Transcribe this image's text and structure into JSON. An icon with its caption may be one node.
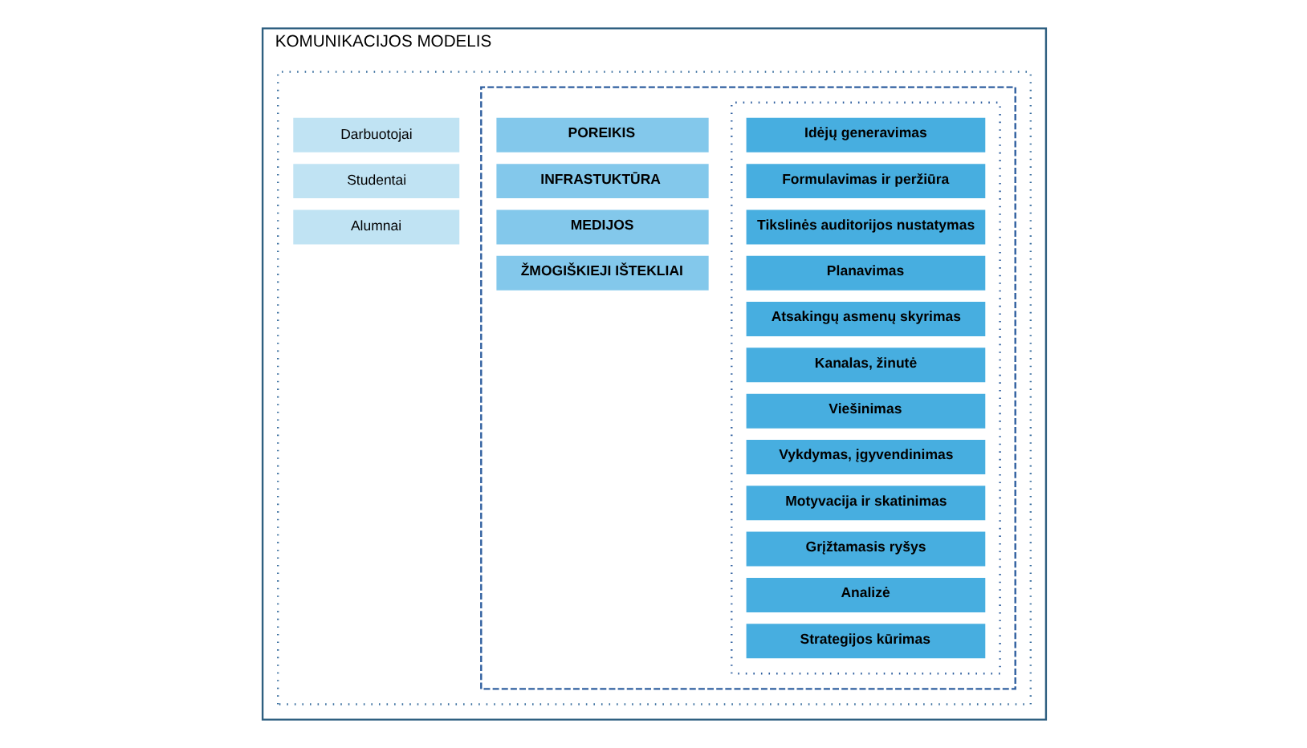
{
  "diagram": {
    "nodes": [
      {
        "text": [
          "KOMUNIKACIJOS MODELIS"
        ]
      },
      {
        "text": [],
        "shape": "box",
        "in": 0
      },
      {
        "text": [
          "Darbuotojai"
        ],
        "in": 1
      },
      {
        "text": [
          "Studentai"
        ],
        "in": 1
      },
      {
        "text": [
          "Alumnai"
        ],
        "in": 1
      },
      {
        "text": [],
        "shape": "box",
        "in": 1
      },
      {
        "text": [
          "POREIKIS"
        ],
        "in": 5
      },
      {
        "text": [
          "INFRASTUKTŪRA"
        ],
        "in": 5
      },
      {
        "text": [
          "MEDIJOS"
        ],
        "in": 5
      },
      {
        "text": [
          "ŽMOGIŠKIEJI IŠTEKLIAI"
        ],
        "in": 5
      },
      {
        "text": [],
        "shape": "box",
        "in": 5
      },
      {
        "text": [
          "Idėjų generavimas"
        ],
        "in": 10
      },
      {
        "text": [
          "Formulavimas ir peržiūra"
        ],
        "in": 10
      },
      {
        "text": [
          "Tikslinės auditorijos nustatymas"
        ],
        "in": 10
      },
      {
        "text": [
          "Planavimas"
        ],
        "in": 10
      },
      {
        "text": [
          "Atsakingų asmenų skyrimas"
        ],
        "in": 10
      },
      {
        "text": [
          "Kanalas, žinutė"
        ],
        "in": 10
      },
      {
        "text": [
          "Viešinimas"
        ],
        "in": 10
      },
      {
        "text": [
          "Vykdymas, įgyvendinimas"
        ],
        "in": 10
      },
      {
        "text": [
          "Motyvacija ir skatinimas"
        ],
        "in": 10
      },
      {
        "text": [
          "Grįžtamasis ryšys"
        ],
        "in": 10
      },
      {
        "text": [
          "Analizė"
        ],
        "in": 10
      },
      {
        "text": [
          "Strategijos kūrimas"
        ],
        "in": 10
      }
    ],
    "edges": []
  }
}
